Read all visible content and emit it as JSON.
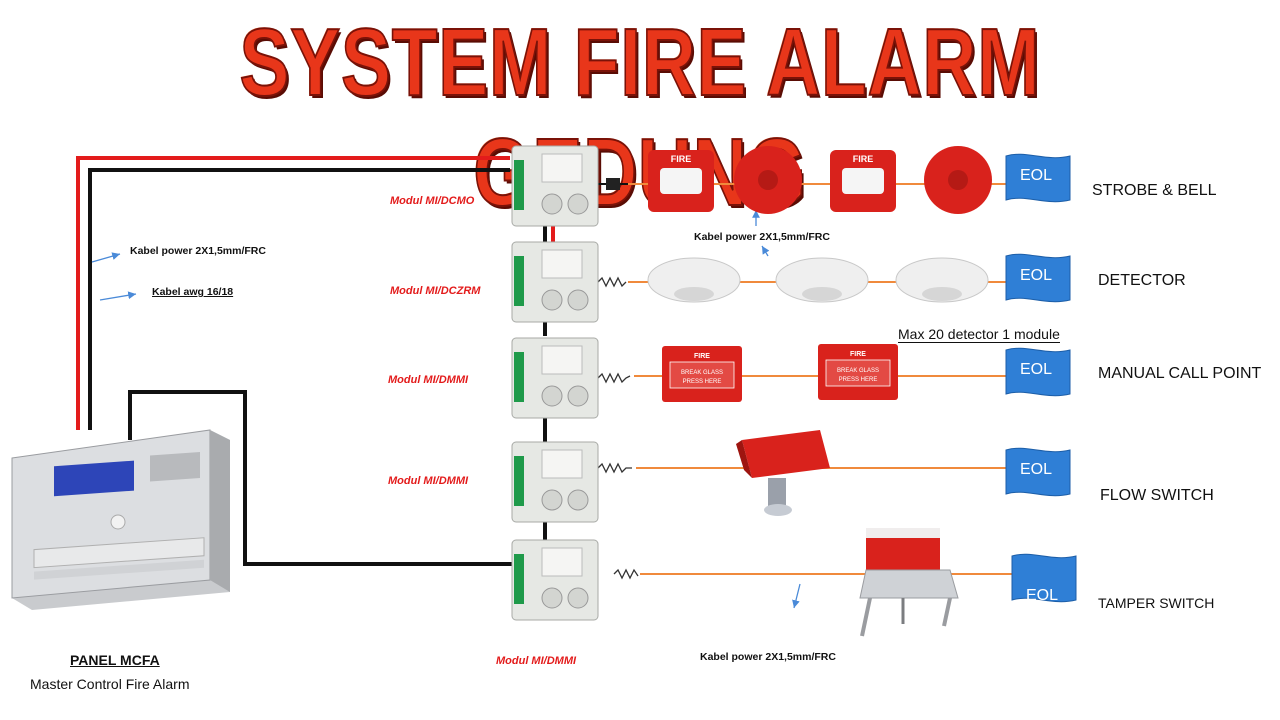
{
  "title": "SYSTEM FIRE ALARM GEDUNG",
  "panel": {
    "title": "PANEL MCFA",
    "subtitle": "Master Control Fire Alarm"
  },
  "cables": {
    "power_left": "Kabel power 2X1,5mm/FRC",
    "awg": "Kabel awg 16/18",
    "power_mid": "Kabel power 2X1,5mm/FRC",
    "power_bottom": "Kabel power 2X1,5mm/FRC"
  },
  "modules": [
    {
      "label": "Modul MI/DCMO"
    },
    {
      "label": "Modul MI/DCZRM"
    },
    {
      "label": "Modul MI/DMMI"
    },
    {
      "label": "Modul MI/DMMI"
    },
    {
      "label": "Modul MI/DMMI"
    }
  ],
  "devices": [
    "STROBE & BELL",
    "DETECTOR",
    "MANUAL CALL POINT",
    "FLOW SWITCH",
    "TAMPER SWITCH"
  ],
  "eol_label": "EOL",
  "eol_partial_label": "EOL",
  "note": "Max 20 detector 1 module",
  "fire_text": "FIRE",
  "mcp_text": {
    "top": "FIRE",
    "line1": "BREAK GLASS",
    "line2": "PRESS HERE"
  },
  "colors": {
    "title": "#e8361a",
    "power_wire": "#e31b1b",
    "signal_wire": "#111111",
    "loop_wire": "#f08a3c",
    "eol": "#2f7fd6",
    "module_label": "#e31b1b"
  }
}
